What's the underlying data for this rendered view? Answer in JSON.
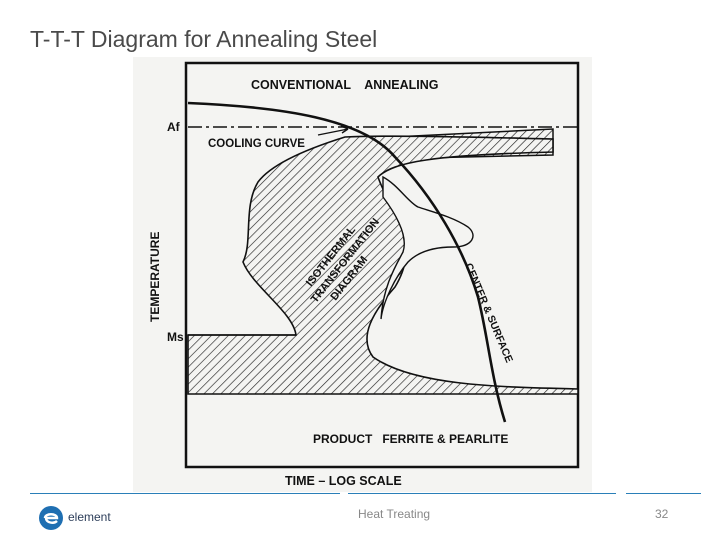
{
  "slide": {
    "title": "T-T-T Diagram for Annealing Steel",
    "footer_center": "Heat Treating",
    "page_number": "32",
    "logo_text": "element"
  },
  "diagram": {
    "top_label": "CONVENTIONAL    ANNEALING",
    "af_label": "Af",
    "cooling_label": "COOLING CURVE",
    "ms_label": "Ms",
    "y_axis_label": "TEMPERATURE",
    "x_axis_label": "TIME – LOG SCALE",
    "isothermal_lines": [
      "ISOTHERMAL",
      "TRANSFORMATION",
      "DIAGRAM"
    ],
    "center_surface_label": "CENTER & SURFACE",
    "product_label": "PRODUCT   FERRITE & PEARLITE"
  },
  "colors": {
    "title": "#4a4a4a",
    "accent": "#2a7fb8",
    "ink": "#111111"
  }
}
